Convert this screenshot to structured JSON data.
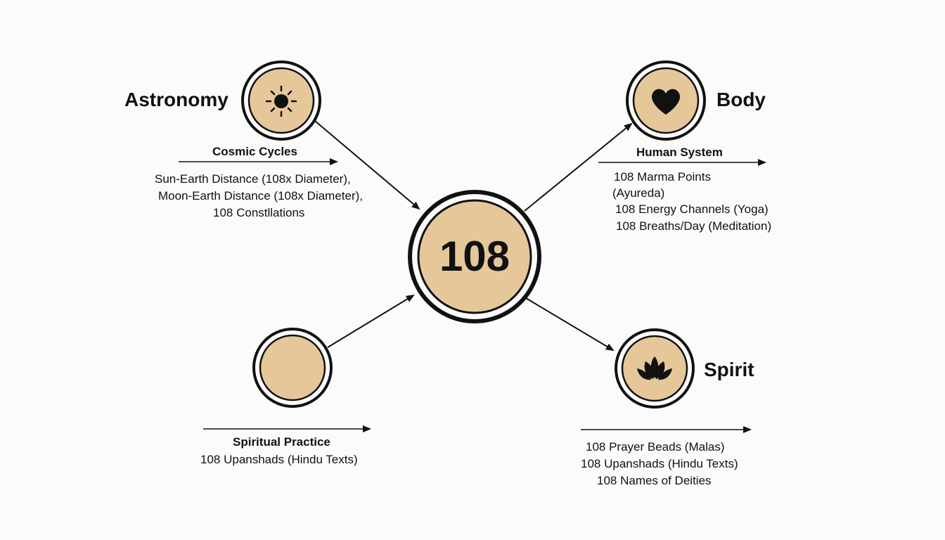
{
  "center": {
    "label": "108"
  },
  "nodes": {
    "astronomy": {
      "title": "Astronomy",
      "icon": "sun-icon",
      "heading": "Cosmic Cycles",
      "lines": [
        "Sun-Earth Distance (108x Diameter),",
        "Moon-Earth Distance (108x Diameter),",
        "108 Constllations"
      ]
    },
    "body": {
      "title": "Body",
      "icon": "heart-icon",
      "heading": "Human System",
      "lines": [
        "108 Marma Points",
        "(Ayureda)",
        "108 Energy Channels (Yoga)",
        "108 Breaths/Day (Meditation)"
      ]
    },
    "spiritual": {
      "title": "",
      "icon": "",
      "heading": "Spiritual Practice",
      "lines": [
        "108 Upanshads (Hindu Texts)"
      ]
    },
    "spirit": {
      "title": "Spirit",
      "icon": "lotus-icon",
      "heading": "",
      "lines": [
        "108 Prayer Beads (Malas)",
        "108 Upanshads (Hindu Texts)",
        "108 Names of Deities"
      ]
    }
  },
  "colors": {
    "circle_fill": "#e6c79a",
    "stroke": "#111111",
    "background": "#fbfbf9"
  }
}
